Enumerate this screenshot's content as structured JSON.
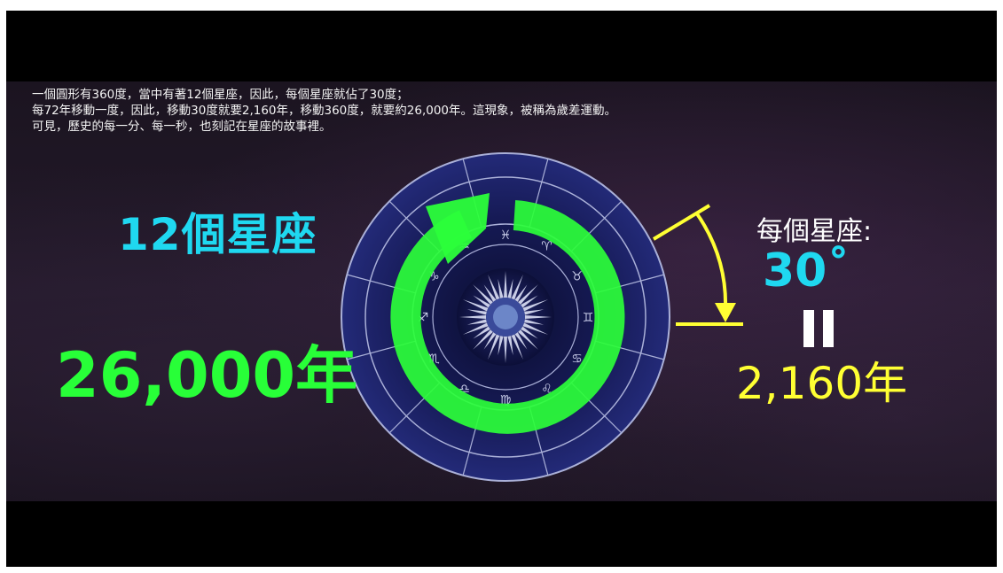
{
  "intro_lines": [
    "一個圓形有360度，當中有著12個星座，因此，每個星座就佔了30度；",
    "每72年移動一度，因此，移動30度就要2,160年，移動360度，就要約26,000年。這現象，被稱為歲差運動。",
    "可見，歷史的每一分、每一秒，也刻記在星座的故事裡。"
  ],
  "labels": {
    "constellations": "12個星座",
    "years_total": "26,000年",
    "per_sign": "每個星座:",
    "degrees": "30˚",
    "years_per_sign": "2,160年"
  },
  "colors": {
    "frame": "#000000",
    "arrow": "#2bff3a",
    "cyan": "#1fd8f0",
    "yellow": "#ffff33",
    "wheel": "#1b1f63"
  },
  "icons": {
    "wheel": "zodiac-wheel-icon",
    "sun": "sun-icon",
    "arrow": "circular-arrow-icon",
    "angle": "angle-marker-icon"
  }
}
